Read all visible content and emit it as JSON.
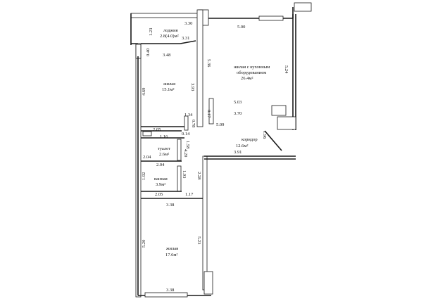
{
  "rooms": {
    "loggia": {
      "name": "лоджия",
      "area": "2.8(4.0)м²"
    },
    "kitchen_living": {
      "name_line1": "жилая с кухонным",
      "name_line2": "оборудованием",
      "area": "26.4м²"
    },
    "living_upper": {
      "name": "жилая",
      "area": "15.1м²"
    },
    "corridor": {
      "name": "коридор",
      "area": "12.6м²"
    },
    "toilet": {
      "name": "туалет",
      "area": "2.6м²"
    },
    "bathroom": {
      "name": "ванная",
      "area": "3.9м²"
    },
    "living_lower": {
      "name": "жилая",
      "area": "17.6м²"
    }
  },
  "dimensions": {
    "d_3_30": "3.30",
    "d_5_00": "5.00",
    "d_1_23": "1.23",
    "d_3_31": "3.31",
    "d_0_40": "0.40",
    "d_3_48": "3.48",
    "d_5_36": "5.36",
    "d_5_24": "5.24",
    "d_4_69": "4.69",
    "d_3_93": "3.93",
    "d_5_03": "5.03",
    "d_0_17": "0.17",
    "d_1_34": "1.34",
    "d_3_70": "3.70",
    "d_0_78": "0.78",
    "d_5_09": "5.09",
    "d_2_05_a": "2.05",
    "d_1_16": "1.16",
    "d_0_14": "0.14",
    "d_1_96": "1.96",
    "d_1_58": "1.58",
    "d_2_04_a": "2.04",
    "d_4_20": "4.20",
    "d_3_91": "3.91",
    "d_2_04_b": "2.04",
    "d_1_93": "1.93",
    "d_2_28": "2.28",
    "d_1_92": "1.92",
    "d_2_05_b": "2.05",
    "d_1_17": "1.17",
    "d_3_38_a": "3.38",
    "d_5_20": "5.20",
    "d_5_23": "5.23",
    "d_3_38_b": "3.38"
  }
}
